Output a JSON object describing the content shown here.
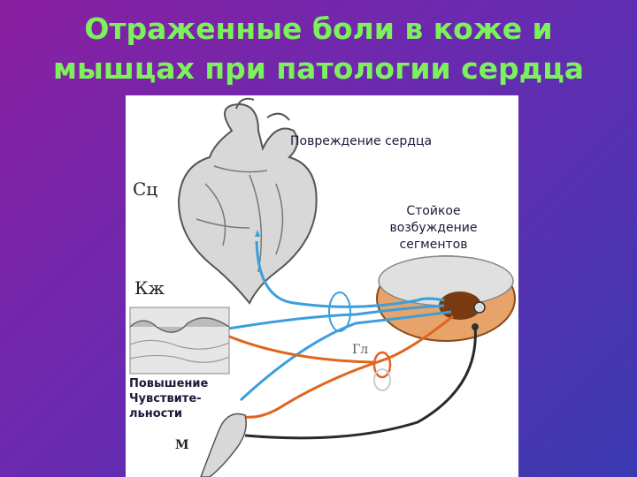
{
  "title_line1": "Отраженные боли в коже и",
  "title_line2": "мышцах при патологии сердца",
  "diagram": {
    "label_heart_damage": "Повреждение сердца",
    "label_sc": "Сц",
    "label_persistent_1": "Стойкое",
    "label_persistent_2": "возбуждение",
    "label_persistent_3": "сегментов",
    "label_kzh": "Кж",
    "label_sens_1": "Повышение",
    "label_sens_2": "Чувствите-",
    "label_sens_3": "льности",
    "label_gl": "Гл",
    "label_m": "М"
  },
  "colors": {
    "title": "#7cf25a",
    "blue_fiber": "#3a9fdc",
    "orange_fiber": "#e0641e",
    "black_fiber": "#2a2a2a",
    "spinal_cord": "#d98a4a"
  }
}
